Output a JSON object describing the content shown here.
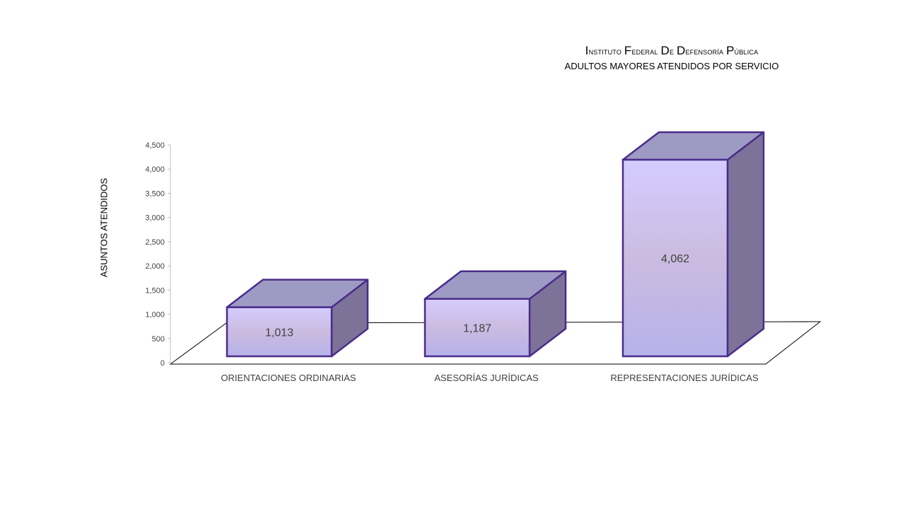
{
  "chart_data": {
    "type": "bar",
    "title": "Instituto Federal de Defensoría Pública",
    "subtitle": "ADULTOS MAYORES ATENDIDOS POR SERVICIO",
    "xlabel": "",
    "ylabel": "ASUNTOS ATENDIDOS",
    "categories": [
      "ORIENTACIONES ORDINARIAS",
      "ASESORÍAS JURÍDICAS",
      "REPRESENTACIONES JURÍDICAS"
    ],
    "values": [
      1013,
      1187,
      4062
    ],
    "data_labels": [
      "1,013",
      "1,187",
      "4,062"
    ],
    "ylim": [
      0,
      4500
    ],
    "yticks": [
      "0",
      "500",
      "1,000",
      "1,500",
      "2,000",
      "2,500",
      "3,000",
      "3,500",
      "4,000",
      "4,500"
    ],
    "grid": false,
    "legend": "none",
    "colors": {
      "front_top": "#d4ccff",
      "front_mid": "#cbbbe0",
      "front_bottom": "#b6b2ea",
      "side": "#7d7298",
      "top": "#9d9ac4",
      "outline": "#4a2c8a"
    }
  }
}
